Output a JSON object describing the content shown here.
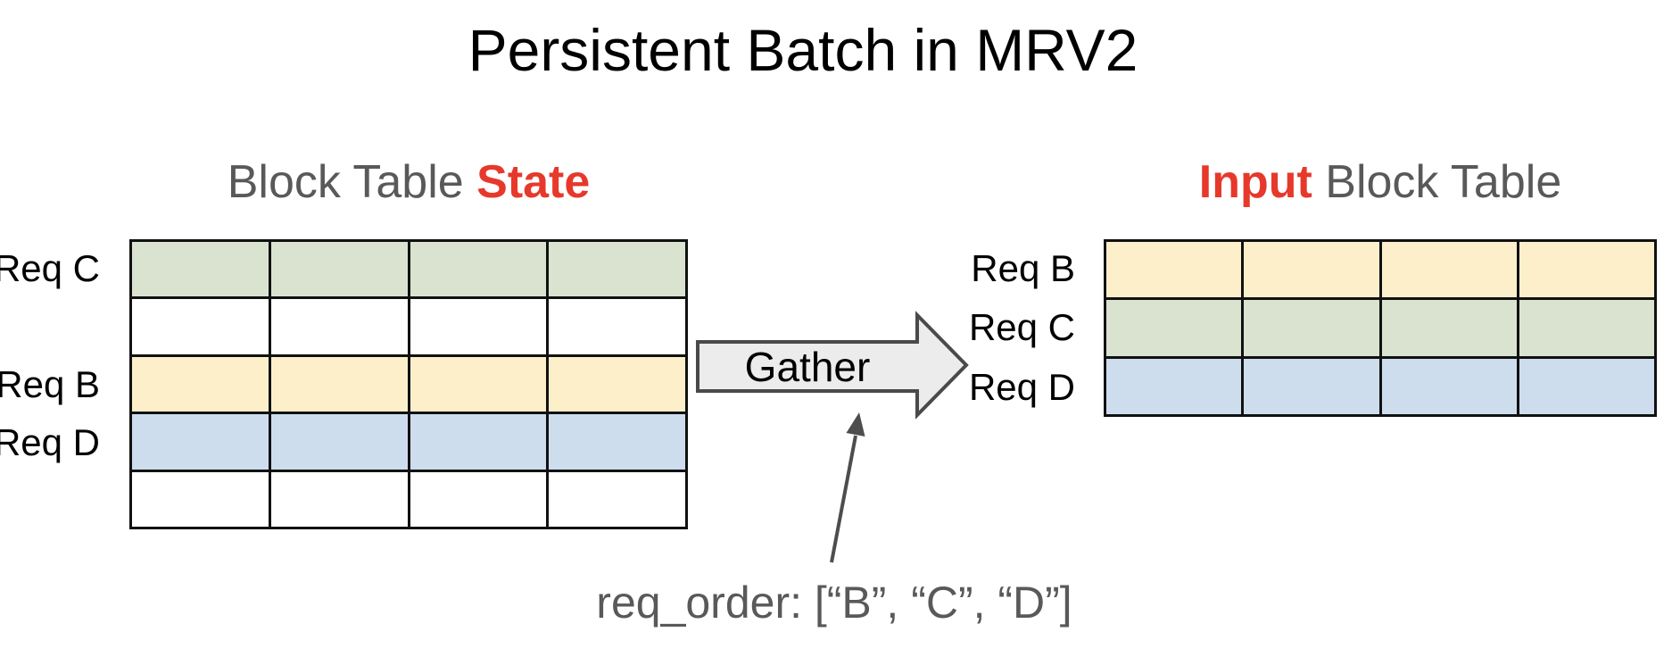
{
  "title": "Persistent Batch in MRV2",
  "left_table": {
    "heading_prefix": "Block Table ",
    "heading_highlight": "State",
    "columns": 4,
    "rows": [
      {
        "label": "Req C",
        "color": "#d9e3cf"
      },
      {
        "label": "",
        "color": "#ffffff"
      },
      {
        "label": "Req B",
        "color": "#fcefca"
      },
      {
        "label": "Req D",
        "color": "#cdddee"
      },
      {
        "label": "",
        "color": "#ffffff"
      }
    ]
  },
  "right_table": {
    "heading_highlight": "Input",
    "heading_suffix": " Block Table",
    "columns": 4,
    "rows": [
      {
        "label": "Req B",
        "color": "#fcefca"
      },
      {
        "label": "Req C",
        "color": "#d9e3cf"
      },
      {
        "label": "Req D",
        "color": "#cdddee"
      }
    ]
  },
  "gather_arrow": {
    "label": "Gather"
  },
  "annotation": {
    "text": "req_order: [“B”, “C”, “D”]"
  },
  "colors": {
    "heading_gray": "#595959",
    "accent_red": "#e6392b",
    "gridline_black": "#111111",
    "arrow_fill": "#ececec",
    "arrow_stroke": "#4a4a4a",
    "annotation_arrow": "#4d4d4d",
    "note_gray": "#595959"
  }
}
